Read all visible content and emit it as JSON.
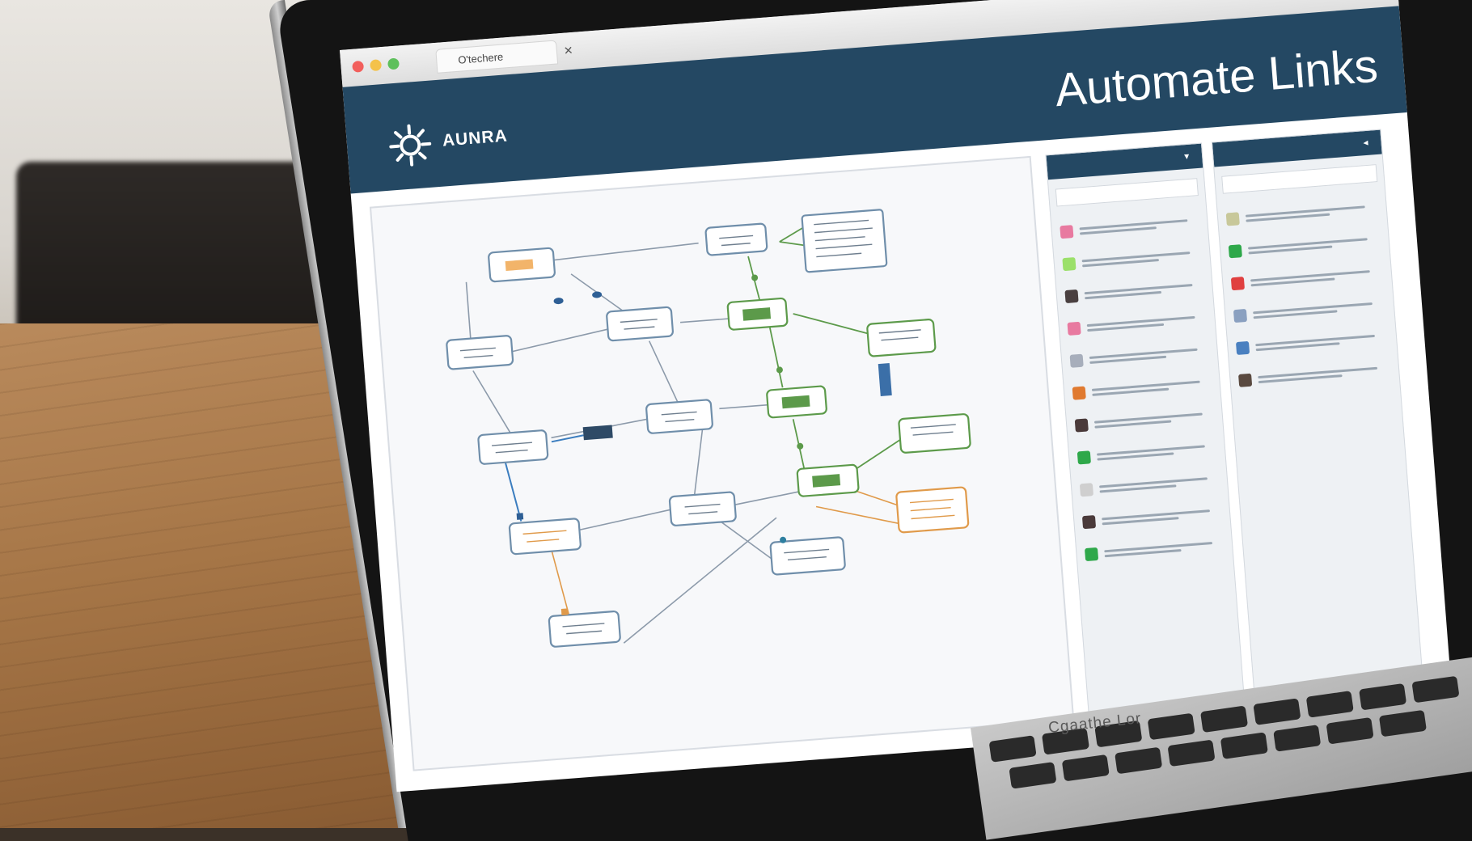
{
  "browser": {
    "tab_title": "O'techere"
  },
  "header": {
    "logo_text": "AUNRA",
    "title": "Automate Links"
  },
  "laptop": {
    "brand": "Cgaathe Lor"
  },
  "colors": {
    "header_bg": "#244863",
    "node_green": "#5c9a4a",
    "node_orange": "#e09a4a",
    "node_blue": "#6f8eaa"
  },
  "right_panels": [
    {
      "swatches": [
        "#e87aa0",
        "#9be06a",
        "#4a4040",
        "#e87aa0",
        "#a7aebb",
        "#e07a30",
        "#4a3a3a",
        "#2ea84a",
        "#cfcfcf",
        "#4a3a3a",
        "#2ea84a"
      ]
    },
    {
      "swatches": [
        "#c8c89a",
        "#2ea84a",
        "#e04040",
        "#8aa0c0",
        "#4a80c0",
        "#5a4a40"
      ]
    }
  ]
}
